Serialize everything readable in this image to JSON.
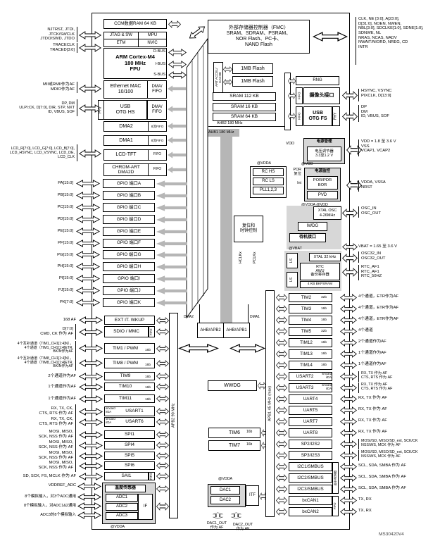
{
  "meta": {
    "figure_id": "MS30420V4"
  },
  "colors": {
    "bus_gray": "#b6b6b6",
    "container_gray": "#d7d7d7",
    "border": "#000000",
    "box_fill": "#ffffff"
  },
  "tl": {
    "ccm": "CCM数据RAM 64 KB",
    "jtag": "JTAG & SW",
    "mpu": "MPU",
    "etm": "ETM",
    "nvic": "NVIC",
    "cortex": "ARM Cortex-M4\n180 MHz\nFPU",
    "dbus": "D-BUS",
    "ibus": "I-BUS",
    "sbus": "S-BUS",
    "eth": "Ethernet MAC\n10/100",
    "dmafifo1": "DMA/\nFIFO",
    "phy": "PHY",
    "usbhs": "USB\nOTG HS",
    "dmafifo2": "DMA/\nFIFO",
    "dma2": "DMA2",
    "sfifo1": "8流FIFO",
    "dma1": "DMA1",
    "sfifo2": "8流FIFO",
    "lcd": "LCD-TFT",
    "fifo_lcd": "FIFO",
    "chrom": "CHROM-ART\nDMA2D",
    "fifo_chrom": "FIFO",
    "sig_debug": "NJTRST, JTDI,\nJTCK/SWCLK\nJTDO/SWD, JTDO",
    "sig_trace": "TRACECLK\nTRACED[3:0]",
    "sig_eth": "MII或RMII作为AF\nMDIO作为AF",
    "sig_usb": "DP, DM\nULPI:CK, D[7:0], DIR, STP, NXT\nID, VBUS, SOF",
    "sig_lcd": "LCD_R[7:0], LCD_G[7:0], LCD_B[7:0],\nLCD_HSYNC, LCD_VSYNC, LCD_DE,\nLCD_CLK"
  },
  "c": {
    "fmc_title": "外部存储器控制器（FMC）\nSRAM、SDRAM、PSRAM、\nNOR Flash、PC卡、\nNAND Flash",
    "fmc_sig": "CLK, NE [3:0], A[23:0],\nD[31:0], NOEN, NWEN,\nNBL[3:0], SDCLKE[1:0], SDNE[1:0],\nSDNWE, NL\nNRAS, NCAS, NADV\nNWAIT/NIORD, NREG, CD\nINTR",
    "art": "ART ACCEL/\nCACHE",
    "flash1": "1MB Flash",
    "flash2": "1MB Flash",
    "sram112": "SRAM 112 KB",
    "sram16": "SRAM 16 KB",
    "sram64": "SRAM 64 KB",
    "ahb2": "AHB2 180 MHz",
    "ahb1": "AHB1 180 MHz",
    "dma2_lbl": "DMA2",
    "dma1_lbl": "DMA1",
    "br2": "AHB/APB2",
    "br1": "AHB/APB1",
    "wwdg": "WWDG",
    "tim6": "TIM6",
    "t6b": "16b",
    "tim7": "TIM7",
    "t7b": "16b",
    "apb2_bus": "APB2 90 MHz",
    "apb1_bus": "APB1 45 MHz (max)",
    "hclk": "HCLKx",
    "pclk": "PCLKx",
    "rcc": "复位和\n时钟控制",
    "vdda_dac": "@VDDA",
    "dac1": "DAC1",
    "dac2": "DAC2",
    "itf": "ITF",
    "dac1_out": "DAC1_OUT\n作为 AF",
    "dac2_out": "DAC2_OUT\n作为 AF"
  },
  "rt": {
    "rng": "RNG",
    "fifo_cam": "FIFO",
    "cam": "摄像头接口",
    "sig_cam": "HSYNC, VSYNC\nPIXCLK, D[13:0]",
    "fifo_usb": "FIFO",
    "usbfs": "USB\nOTG FS",
    "phy": "PHY",
    "sig_usb": "DP\nDM\nID, VBUS, SOF",
    "vdd": "VDD",
    "pm_title": "电源管理",
    "reg": "电压调节器\n3.3至1.2 V",
    "sig_pm": "VDD = 1.8 至 3.6 V\nVSS\nVCAP1, VCAP2",
    "at_vdda": "@VDDA",
    "at_vdd": "@VDD",
    "rchs": "RC HS",
    "rcls": "RC LS",
    "pll": "PLL1,2,3",
    "por": "POR\n复位",
    "int": "Int",
    "mon_title": "电源监控",
    "porpdr": "POR/PDR\nBOR",
    "pvd": "PVD",
    "below_mon": "@VDDA @VDD",
    "sig_mon": "VDDA, VSSA\nNRST",
    "xtal": "XTAL OSC\n4-26MHz",
    "sig_osc": "OSC_IN\nOSC_OUT",
    "iwdg": "IWDG",
    "standby": "待机接口",
    "at_vbat": "@VBAT",
    "sig_vbat": "VBAT = 1.65 至 3.6 V",
    "xtal32": "XTAL 32 kHz",
    "ls1": "LS",
    "ls2": "LS",
    "rtc": "RTC\nAWU\n备份寄存器",
    "bkp": "4 KB BKPSRAM",
    "sig_osc32": "OSC32_IN\nOSC32_OUT",
    "sig_rtc": "RTC_AF1\nRTC_AF1\nRTC_50HZ"
  },
  "gpio": {
    "ports": [
      {
        "pins": "PA[15:0]",
        "name": "GPIO 端口A"
      },
      {
        "pins": "PB[15:0]",
        "name": "GPIO 端口B"
      },
      {
        "pins": "PC[15:0]",
        "name": "GPIO 端口C"
      },
      {
        "pins": "PD[15:0]",
        "name": "GPIO 端口D"
      },
      {
        "pins": "PE[15:0]",
        "name": "GPIO 端口E"
      },
      {
        "pins": "PF[15:0]",
        "name": "GPIO 端口F"
      },
      {
        "pins": "PG[15:0]",
        "name": "GPIO 端口G"
      },
      {
        "pins": "PH[15:0]",
        "name": "GPIO 端口H"
      },
      {
        "pins": "PI[15:0]",
        "name": "GPIO 端口I"
      },
      {
        "pins": "PJ[15:0]",
        "name": "GPIO 端口J"
      },
      {
        "pins": "PK[7:0]",
        "name": "GPIO 端口K"
      }
    ]
  },
  "apb2": {
    "rows": [
      {
        "name": "EXT IT. WKUP",
        "signals": "168 AF"
      },
      {
        "name": "SDIO / MMC",
        "tag": "FIFO",
        "signals": "D[7:0]\nCMD, CK 作为 AF"
      },
      {
        "name": "TIM1 / PWM",
        "bits": "16b",
        "signals": "4个互补通道（TIM1_CH1[1:4]N），\n4个通道（TIM1_CH1[1:4]ETR,\nBKIN作为AF"
      },
      {
        "name": "TIM8 / PWM",
        "bits": "16b",
        "signals": "4个互补通道（TIM8_CH1[1:4]N），\n4个通道（TIM8_CH1[1:4]ETR,\nBKIN作为AF"
      },
      {
        "name": "TIM9",
        "bits": "16b",
        "signals": "2个通道作为AF"
      },
      {
        "name": "TIM10",
        "bits": "16b",
        "signals": "1个通道作为AF"
      },
      {
        "name": "TIM11",
        "bits": "16b",
        "signals": "1个通道作为AF"
      },
      {
        "name": "USART1",
        "pre": "smcard\nirDA",
        "signals": "RX, TX, CK,\nCTS, RTS 作为 AF"
      },
      {
        "name": "USART6",
        "pre": "smcard\nirDA",
        "signals": "RX, TX, CK,\nCTS, RTS 作为 AF"
      },
      {
        "name": "SPI1",
        "signals": "MOSI, MISO,\nSCK, NSS 作为 AF"
      },
      {
        "name": "SPI4",
        "signals": "MOSI, MISO,\nSCK, NSS 作为 AF"
      },
      {
        "name": "SPI5",
        "signals": "MOSI, MISO,\nSCK, NSS 作为 AF"
      },
      {
        "name": "SPI6",
        "signals": "MOSI, MISO,\nSCK, NSS 作为 AF"
      },
      {
        "name": "SAI1",
        "tag": "FIFO",
        "signals": "SD, SCK, FS, MCLK 作为 AF"
      }
    ]
  },
  "adc": {
    "temp": "温度传感器",
    "a1": "ADC1",
    "a2": "ADC2",
    "a3": "ADC3",
    "ifb": "IF",
    "vdda": "@VDDA",
    "sig_vref": "VDDREF_ADC",
    "sig_a1": "8个模拟输入，对3个ADC通用",
    "sig_a2": "8个模拟输入，对ADC1&2通用",
    "sig_a3": "ADC3的8个模拟输入"
  },
  "apb1": {
    "i2c_tag": "数字滤波器",
    "can_tag": "FIFO",
    "rows": [
      {
        "name": "TIM2",
        "bits": "32b",
        "signals": "4个通道，ETR作为AF"
      },
      {
        "name": "TIM3",
        "bits": "16b",
        "signals": "4个通道，ETR作为AF"
      },
      {
        "name": "TIM4",
        "bits": "16b",
        "signals": "4个通道，ETR作为AF"
      },
      {
        "name": "TIM5",
        "bits": "32b",
        "signals": "4个通道"
      },
      {
        "name": "TIM12",
        "bits": "16b",
        "signals": "2个通道作为AF"
      },
      {
        "name": "TIM13",
        "bits": "16b",
        "signals": "1个通道作为AF"
      },
      {
        "name": "TIM14",
        "bits": "16b",
        "signals": "1个通道作为AF"
      },
      {
        "name": "USART2",
        "pre": "smcard\nirDA",
        "signals": "RX, TX 作为 AF\nCTS, RTS 作为 AF"
      },
      {
        "name": "USART3",
        "pre": "smcard\nirDA",
        "signals": "RX, TX 作为 AF\nCTS, RTS 作为 AF"
      },
      {
        "name": "UART4",
        "signals": "RX, TX 作为 AF"
      },
      {
        "name": "UART5",
        "signals": "RX, TX 作为 AF"
      },
      {
        "name": "UART7",
        "signals": "RX, TX 作为 AF"
      },
      {
        "name": "UART8",
        "signals": "RX, TX 作为 AF"
      },
      {
        "name": "SP2/I2S2",
        "signals": "MOSI/SD, MISO/SD_ext, SCK/CK\nNSS/WS, MCK 作为 AF"
      },
      {
        "name": "SP3/I2S3",
        "signals": "MOSI/SD, MISO/SD_ext, SCK/CK\nNSS/WS, MCK 作为 AF"
      },
      {
        "name": "I2C1/SMBUS",
        "signals": "SCL, SDA, SMBA 作为 AF"
      },
      {
        "name": "I2C2/SMBUS",
        "signals": "SCL, SDA, SMBA 作为 AF"
      },
      {
        "name": "I2C3/SMBUS",
        "signals": "SCL, SDA, SMBA 作为 AF"
      },
      {
        "name": "bxCAN1",
        "signals": "TX, RX"
      },
      {
        "name": "bxCAN2",
        "signals": "TX, RX"
      }
    ]
  }
}
